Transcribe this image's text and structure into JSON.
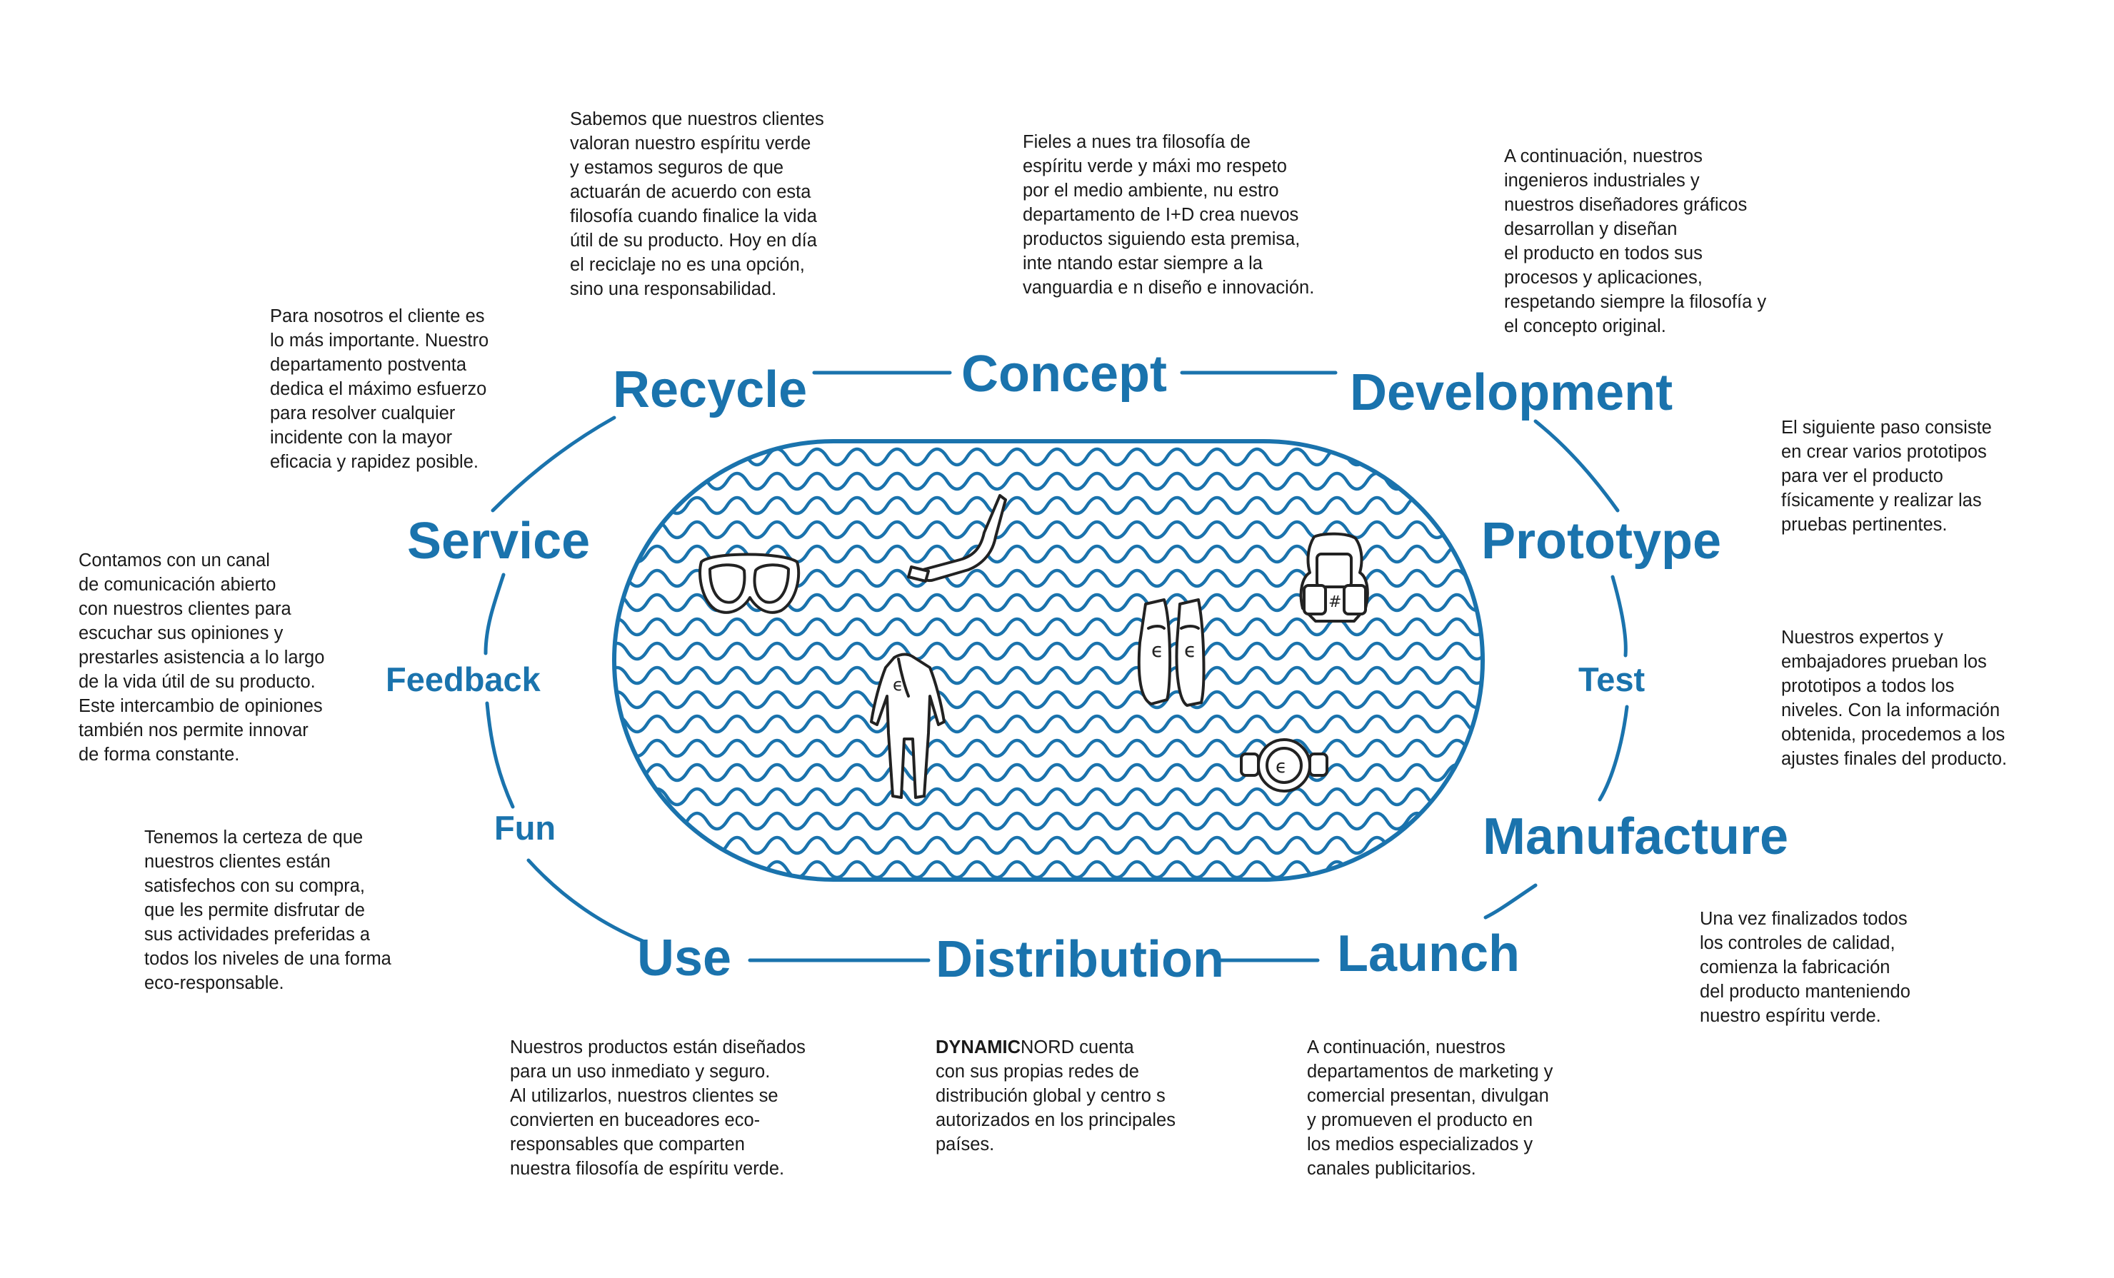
{
  "colors": {
    "accent": "#1a73ad",
    "text": "#1a1a1a",
    "icon": "#222222"
  },
  "stages": {
    "recycle": "Recycle",
    "concept": "Concept",
    "development": "Development",
    "prototype": "Prototype",
    "test": "Test",
    "manufacture": "Manufacture",
    "launch": "Launch",
    "distribution": "Distribution",
    "use": "Use",
    "fun": "Fun",
    "feedback": "Feedback",
    "service": "Service"
  },
  "descriptions": {
    "recycle": "Sabemos que nuestros clientes\nvaloran nuestro espíritu verde\ny estamos seguros de que\nactuarán de acuerdo con esta\nfilosofía cuando finalice la vida\nútil de su producto. Hoy en día\nel reciclaje no es una opción,\nsino una responsabilidad.",
    "concept": "Fieles a nues tra filosofía de\nespíritu verde y máxi mo respeto\npor el medio ambiente, nu estro\ndepartamento de I+D crea nuevos\nproductos siguiendo esta premisa,\ninte ntando estar siempre a la\nvanguardia e n diseño e innovación.",
    "development": "A continuación, nuestros\ningenieros industriales y\nnuestros diseñadores gráficos\ndesarrollan y diseñan\nel producto en todos sus\nprocesos y aplicaciones,\nrespetando siempre la filosofía y\nel concepto original.",
    "prototype": "El siguiente paso consiste\nen crear varios prototipos\npara ver el producto\nfísicamente y realizar las\npruebas pertinentes.",
    "test": "Nuestros expertos y\nembajadores prueban los\nprototipos a todos los\nniveles. Con la información\nobtenida, procedemos a los\najustes finales del producto.",
    "manufacture": "Una vez finalizados todos\nlos controles de calidad,\ncomienza la fabricación\ndel producto manteniendo\nnuestro espíritu verde.",
    "launch": "A continuación, nuestros\ndepartamentos de marketing y\ncomercial presentan, divulgan\ny promueven el producto en\nlos medios especializados y\ncanales publicitarios.",
    "distribution_brand_bold": "DYNAMIC",
    "distribution_brand_rest": "NORD cuenta",
    "distribution": "con sus propias redes de\ndistribución global y centro s\nautorizados en los principales\npaíses.",
    "use": "Nuestros productos están diseñados\npara un uso inmediato y seguro.\nAl utilizarlos, nuestros clientes se\nconvierten en buceadores eco-\nresponsables que comparten\nnuestra filosofía de espíritu verde.",
    "fun": "Tenemos la certeza de que\nnuestros clientes están\nsatisfechos con su compra,\nque les permite disfrutar de\nsus actividades preferidas a\ntodos los niveles de una forma\neco-responsable.",
    "feedback": "Contamos con un canal\nde comunicación abierto\ncon nuestros clientes para\nescuchar sus opiniones y\nprestarles asistencia a lo largo\nde la vida útil de su producto.\nEste intercambio de opiniones\ntambién nos permite innovar\nde forma constante.",
    "service": "Para nosotros el cliente es\nlo más importante. Nuestro\ndepartamento postventa\ndedica el máximo esfuerzo\npara resolver cualquier\nincidente con la mayor\neficacia y rapidez posible."
  },
  "icons": [
    "dive-mask",
    "snorkel",
    "fins",
    "wetsuit",
    "bcd-vest",
    "dive-computer"
  ]
}
